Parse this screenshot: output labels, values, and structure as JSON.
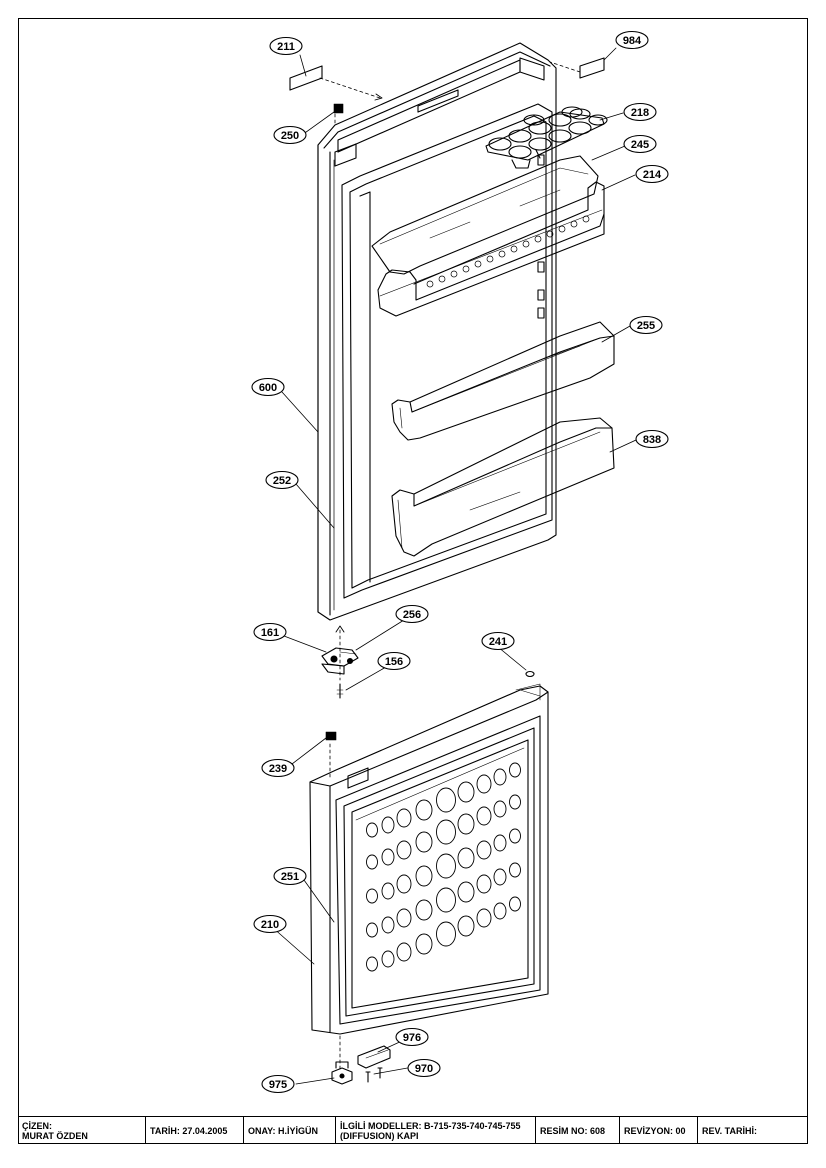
{
  "callouts": {
    "c211": "211",
    "c984": "984",
    "c250": "250",
    "c218": "218",
    "c245": "245",
    "c214": "214",
    "c255": "255",
    "c600": "600",
    "c838": "838",
    "c252": "252",
    "c161": "161",
    "c256": "256",
    "c241": "241",
    "c156": "156",
    "c239": "239",
    "c251": "251",
    "c210": "210",
    "c976": "976",
    "c975": "975",
    "c970": "970"
  },
  "title_block": {
    "cizen_label": "ÇİZEN:",
    "cizen_name": "MURAT ÖZDEN",
    "tarih": "TARİH: 27.04.2005",
    "onay": "ONAY: H.İYİGÜN",
    "modeller_line1": "İLGİLİ MODELLER: B-715-735-740-745-755",
    "modeller_line2": "(DIFFUSION) KAPI",
    "resim_no": "RESİM NO: 608",
    "revizyon": "REVİZYON: 00",
    "rev_tarihi": "REV. TARİHİ:"
  }
}
